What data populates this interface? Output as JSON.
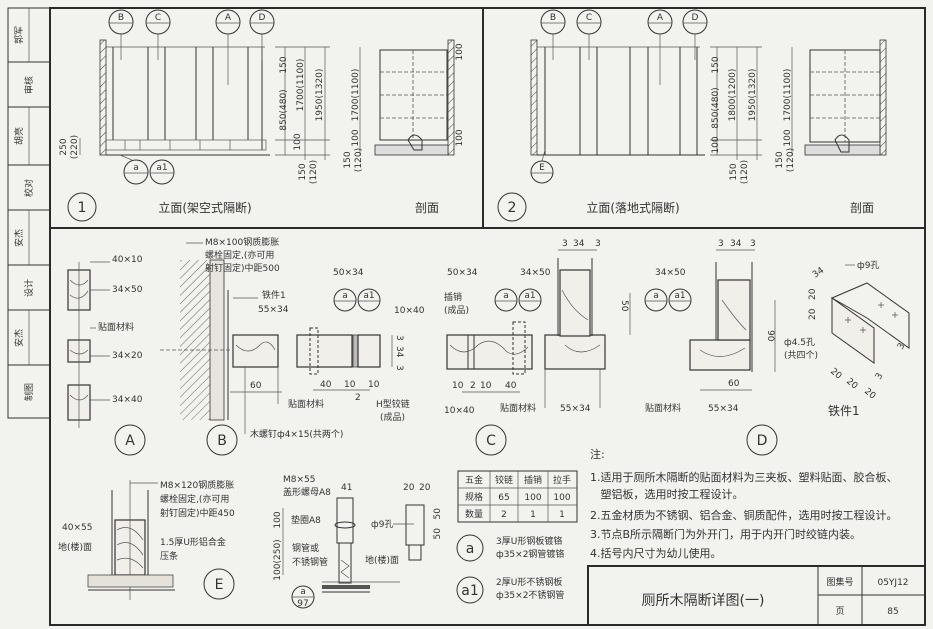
{
  "title_strip": {
    "cells": [
      "郭军",
      "审核",
      "胡亮",
      "校对",
      "安杰",
      "设计",
      "安杰",
      "制图"
    ]
  },
  "panel1": {
    "number": "1",
    "elev_title": "立面(架空式隔断)",
    "section_title": "剖面",
    "callouts_top": [
      "B",
      "C",
      "A",
      "D"
    ],
    "callouts_bottom": [
      "a",
      "a1"
    ],
    "dims_left": [
      "250",
      "(220)"
    ],
    "dims_elev": [
      "150",
      "850(480)",
      "100",
      "1700(1100)",
      "1950(1320)",
      "150",
      "(120)"
    ],
    "dims_section": [
      "1700(1100)",
      "100",
      "150",
      "(120)",
      "100",
      "100"
    ]
  },
  "panel2": {
    "number": "2",
    "elev_title": "立面(落地式隔断)",
    "section_title": "剖面",
    "callouts_top": [
      "B",
      "C",
      "A",
      "D"
    ],
    "callout_bottom": "E",
    "dims_elev": [
      "100",
      "850(480)",
      "150",
      "1800(1200)",
      "1950(1320)",
      "150",
      "(120)"
    ],
    "dims_section": [
      "1700(1100)",
      "100",
      "150",
      "(120)"
    ]
  },
  "detail_a": {
    "label": "A",
    "notes": [
      "40×10",
      "34×50",
      "贴面材料",
      "34×20",
      "34×40"
    ]
  },
  "detail_b": {
    "label": "B",
    "bolt": [
      "M8×100钢质膨胀",
      "螺栓固定,(亦可用",
      "射钉固定)中距500"
    ],
    "iron": "铁件1",
    "size1": "55×34",
    "size2": "50×34",
    "size3": "10×40",
    "callouts": [
      "a",
      "a1"
    ],
    "dims": [
      "60",
      "40",
      "10",
      "10",
      "2",
      "3",
      "34",
      "3"
    ],
    "facing": "贴面材料",
    "hinge": [
      "H型铰链",
      "(成品)"
    ],
    "screw": "木螺钉ф4×15(共两个)"
  },
  "detail_c": {
    "label": "C",
    "size1": "50×34",
    "bolt_pin": [
      "插销",
      "(成品)"
    ],
    "callouts": [
      "a",
      "a1"
    ],
    "size2": "34×50",
    "top_dims": [
      "3",
      "34",
      "3"
    ],
    "side_dim": "50",
    "bottom_dims": [
      "10",
      "2",
      "10",
      "40"
    ],
    "size3": "10×40",
    "facing": "贴面材料",
    "size4": "55×34"
  },
  "detail_d": {
    "label": "D",
    "size1": "34×50",
    "callouts": [
      "a",
      "a1"
    ],
    "top_dims": [
      "3",
      "34",
      "3"
    ],
    "side_dim": "90",
    "bottom_dim": "60",
    "facing": "贴面材料",
    "size2": "55×34"
  },
  "iron_part": {
    "title": "铁件1",
    "hole_big": "ф9孔",
    "hole_small": [
      "ф4.5孔",
      "(共四个)"
    ],
    "dims": [
      "34",
      "20",
      "20",
      "20",
      "20",
      "20",
      "3",
      "3"
    ]
  },
  "detail_e": {
    "label": "E",
    "bolt": [
      "M8×120钢质膨胀",
      "螺栓固定,(亦可用",
      "射钉固定)中距450"
    ],
    "size": "40×55",
    "floor": "地(楼)面",
    "strip": [
      "1.5厚U形铝合金",
      "压条"
    ]
  },
  "foot_detail": {
    "bolt": [
      "M8×55",
      "盖形螺母A8"
    ],
    "width": "41",
    "washer": "垫圈A8",
    "dims": [
      "100",
      "100(250)"
    ],
    "pipe": [
      "钢管或",
      "不锈钢管"
    ],
    "floor": "地(楼)面",
    "ref_top": "a",
    "ref_bottom": "97",
    "plate_dims": [
      "20",
      "20",
      "50",
      "50"
    ],
    "hole": "ф9孔"
  },
  "hardware_table": {
    "headers": [
      "五金",
      "铰链",
      "插销",
      "拉手"
    ],
    "rows": [
      [
        "规格",
        "65",
        "100",
        "100"
      ],
      [
        "数量",
        "2",
        "1",
        "1"
      ]
    ]
  },
  "legend": [
    {
      "key": "a",
      "lines": [
        "3厚U形钢板镀铬",
        "ф35×2钢管镀铬"
      ]
    },
    {
      "key": "a1",
      "lines": [
        "2厚U形不锈钢板",
        "ф35×2不锈钢管"
      ]
    }
  ],
  "notes": {
    "heading": "注:",
    "items": [
      "1.适用于厕所木隔断的贴面材料为三夹板、塑料贴面、胶合板、",
      "   塑铝板，选用时按工程设计。",
      "2.五金材质为不锈钢、铝合金、铜质配件，选用时按工程设计。",
      "3.节点B所示隔断门为外开门，用于内开门时绞链内装。",
      "4.括号内尺寸为幼儿使用。"
    ]
  },
  "title_block": {
    "title": "厕所木隔断详图(一)",
    "atlas_label": "图集号",
    "atlas_value": "05YJ12",
    "page_label": "页",
    "page_value": "85"
  }
}
